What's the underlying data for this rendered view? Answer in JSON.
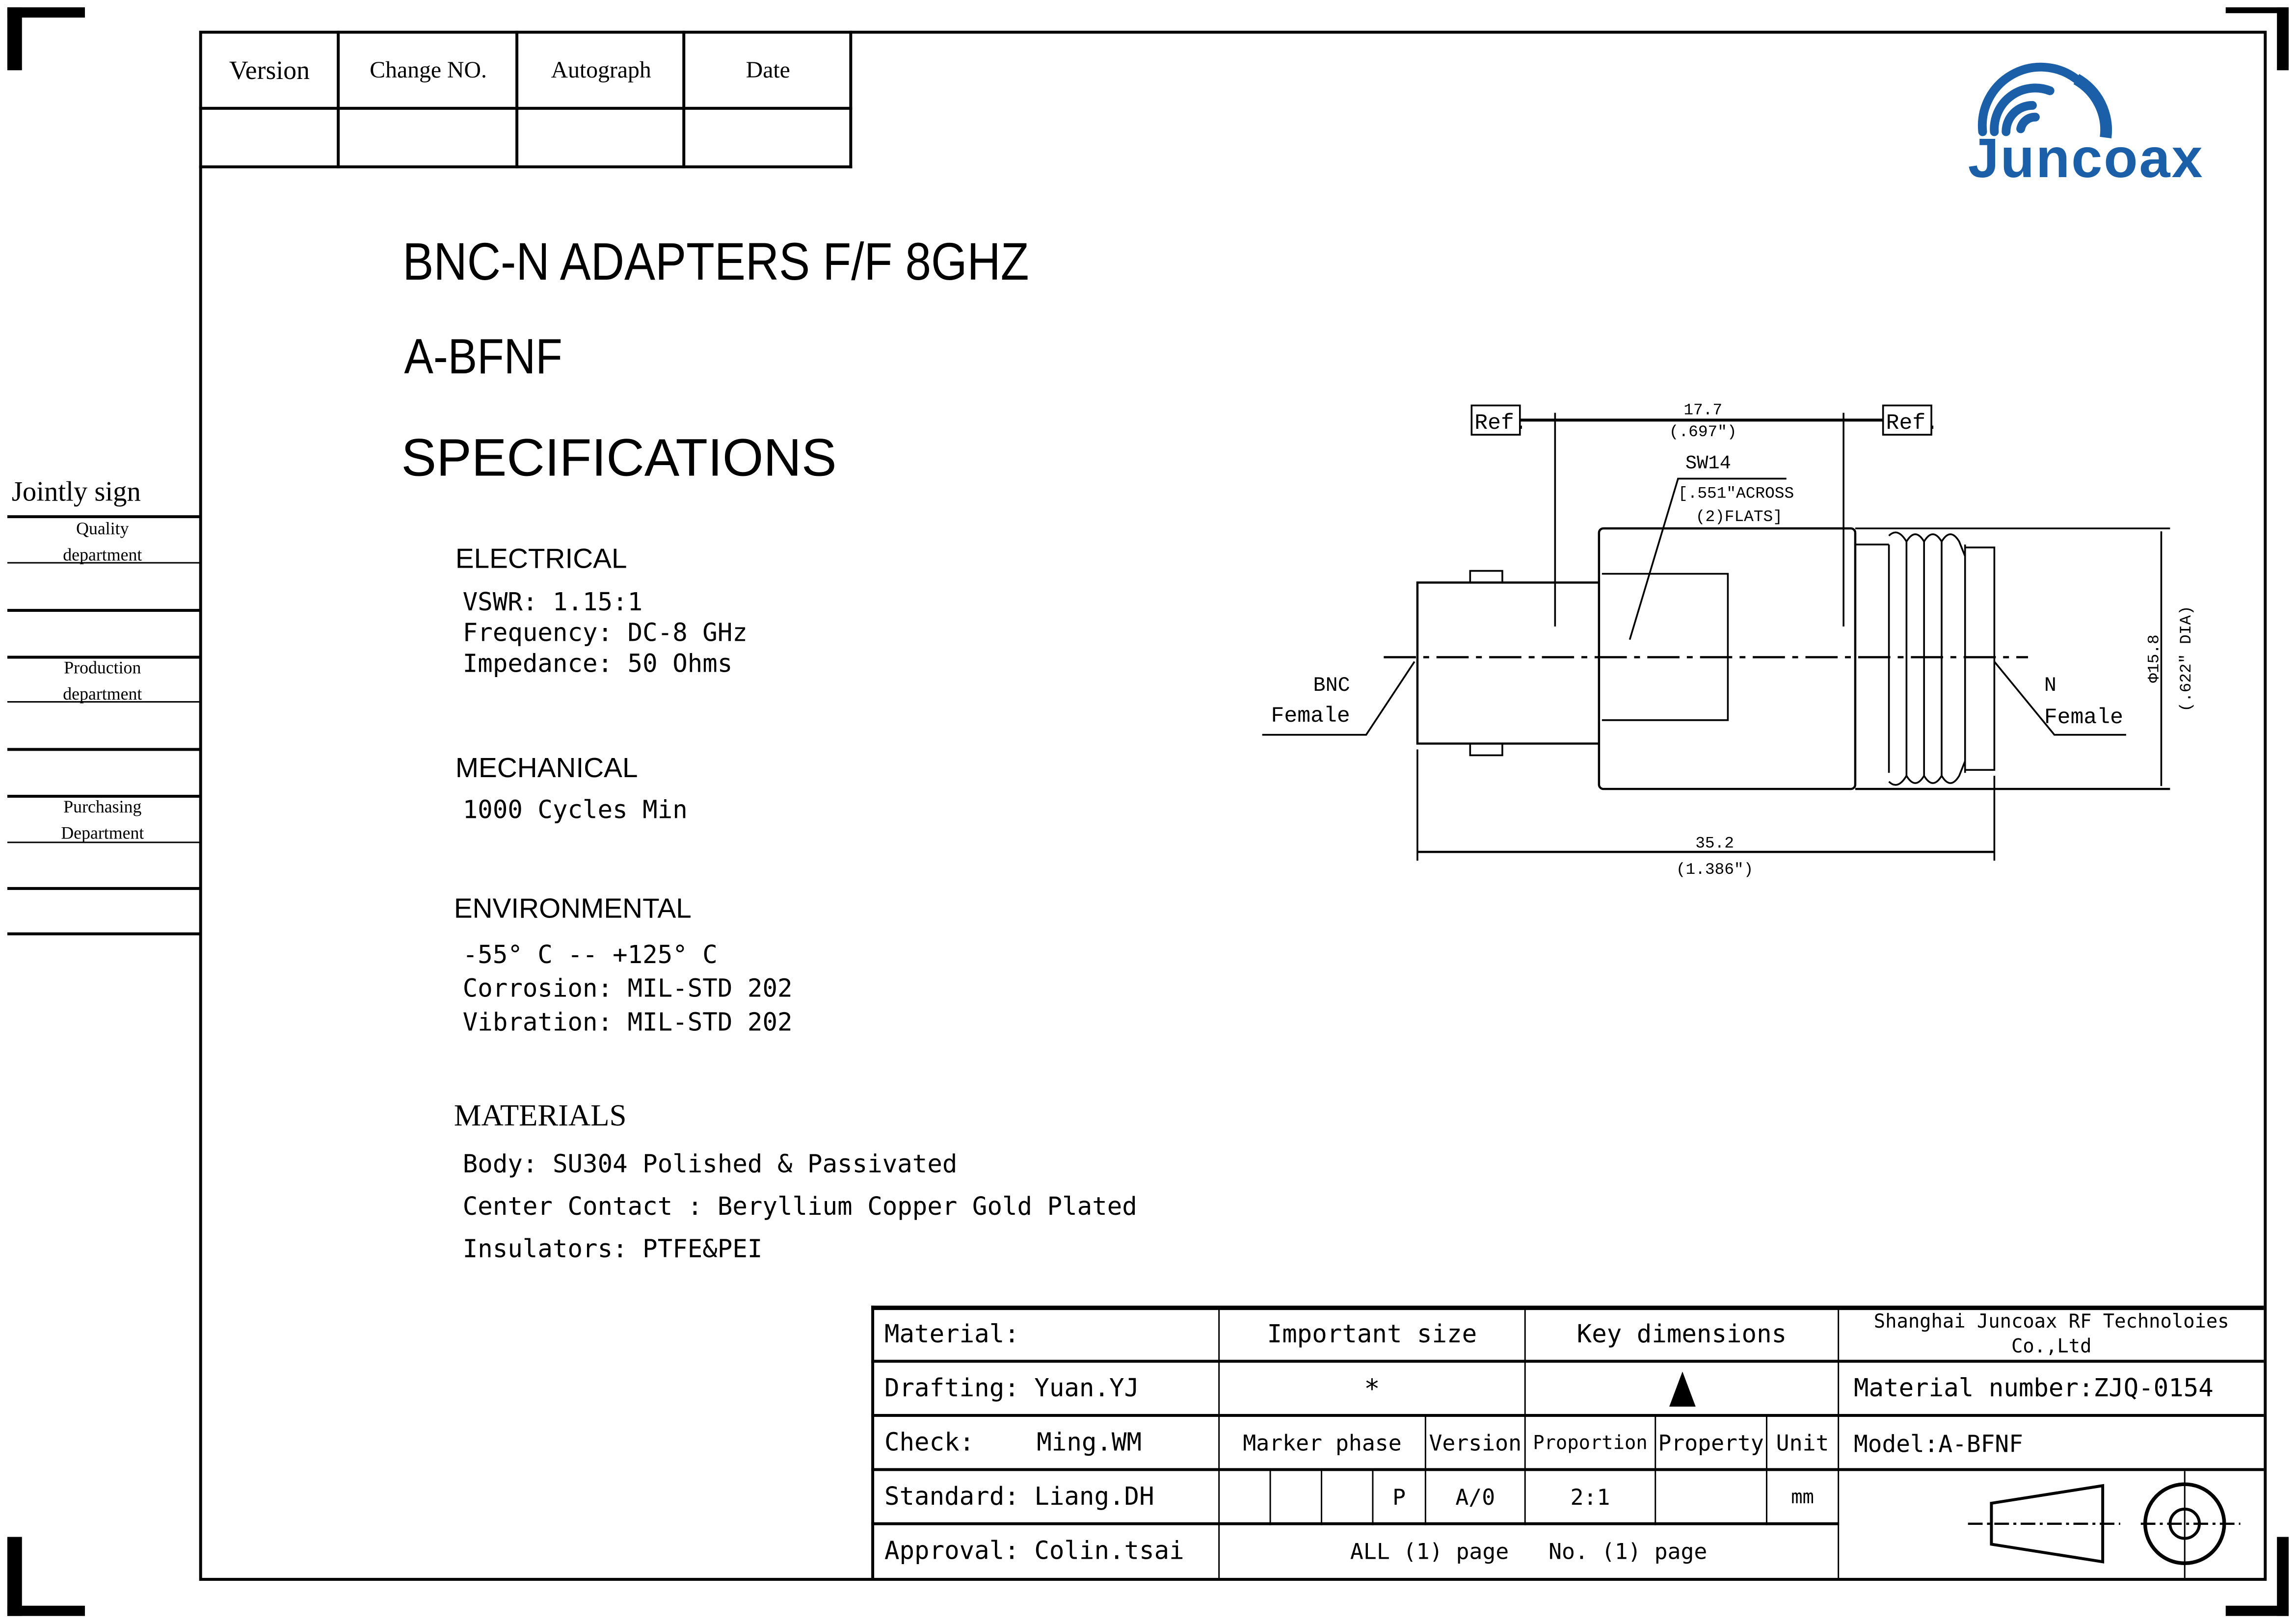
{
  "revision_table": {
    "headers": [
      "Version",
      "Change NO.",
      "Autograph",
      "Date"
    ]
  },
  "logo": {
    "text": "Juncoax",
    "color": "#1a5fa8"
  },
  "title": "BNC-N ADAPTERS  F/F 8GHZ",
  "part_number": "A-BFNF",
  "spec_heading": "SPECIFICATIONS",
  "electrical": {
    "heading": "ELECTRICAL",
    "lines": [
      "VSWR:  1.15:1",
      "Frequency: DC-8 GHz",
      "Impedance: 50 Ohms"
    ]
  },
  "mechanical": {
    "heading": "MECHANICAL",
    "lines": [
      "1000 Cycles Min"
    ]
  },
  "environmental": {
    "heading": "ENVIRONMENTAL",
    "lines": [
      "-55° C -- +125° C",
      "Corrosion: MIL-STD 202",
      "Vibration: MIL-STD 202"
    ]
  },
  "materials": {
    "heading": "MATERIALS",
    "lines": [
      "Body: SU304 Polished & Passivated",
      "Center Contact : Beryllium Copper Gold Plated",
      "Insulators: PTFE&PEI"
    ]
  },
  "sidebar": {
    "heading": "Jointly sign",
    "departments": [
      "Quality department",
      "Production department",
      "Purchasing Department"
    ]
  },
  "drawing": {
    "ref_left": "Ref.",
    "ref_right": "Ref.",
    "dim_top": "17.7",
    "dim_top_in": "(.697\")",
    "wrench": "SW14",
    "wrench_note1": "[.551\"ACROSS",
    "wrench_note2": "(2)FLATS]",
    "left_label1": "BNC",
    "left_label2": "Female",
    "right_label1": "N",
    "right_label2": "Female",
    "dia": "Φ15.8",
    "dia_in": "(.622\" DIA)",
    "dim_bottom": "35.2",
    "dim_bottom_in": "(1.386\")"
  },
  "title_block": {
    "material": "Material:",
    "drafting": "Drafting: Yuan.YJ",
    "check_label": "Check:",
    "check_name": "Ming.WM",
    "standard": "Standard: Liang.DH",
    "approval": "Approval: Colin.tsai",
    "important_size": "Important size",
    "important_symbol": "*",
    "key_dimensions": "Key dimensions",
    "marker_phase": "Marker phase",
    "version": "Version",
    "proportion": "Proportion",
    "property": "Property",
    "unit": "Unit",
    "phase_value": "P",
    "version_value": "A/0",
    "proportion_value": "2:1",
    "unit_value": "mm",
    "pages": "ALL (1) page   No. (1) page",
    "company": "Shanghai Juncoax RF Technoloies Co.,Ltd",
    "material_number": "Material number:ZJQ-0154",
    "model": "Model:A-BFNF"
  }
}
